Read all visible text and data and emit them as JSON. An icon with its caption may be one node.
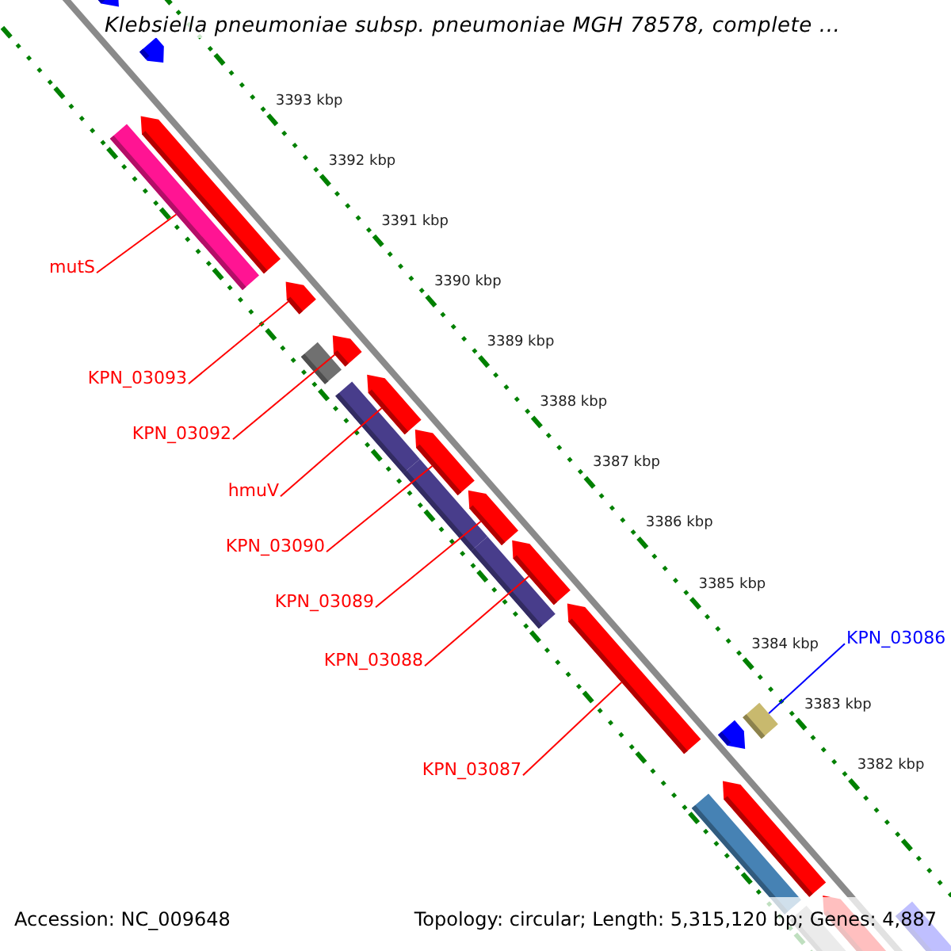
{
  "diagram": {
    "title": "Klebsiella pneumoniae subsp. pneumoniae MGH 78578, complete ...",
    "nodes": [
      {
        "text": [
          "mutS"
        ]
      },
      {
        "text": [
          "KPN_03093"
        ]
      },
      {
        "text": [
          "KPN_03092"
        ]
      },
      {
        "text": [
          "hmuV"
        ]
      },
      {
        "text": [
          "KPN_03090"
        ]
      },
      {
        "text": [
          "KPN_03089"
        ]
      },
      {
        "text": [
          "KPN_03086"
        ]
      },
      {
        "text": [
          "KPN_03088"
        ]
      },
      {
        "text": [
          "KPN_03087"
        ]
      },
      {
        "text": [],
        "shape": "bar"
      },
      {
        "text": [],
        "shape": "arrow"
      },
      {
        "text": [],
        "shape": "arrow"
      },
      {
        "text": [],
        "shape": "arrow"
      },
      {
        "text": [],
        "shape": "arrow"
      },
      {
        "text": [],
        "shape": "arrow"
      },
      {
        "text": [],
        "shape": "arrow"
      },
      {
        "text": [],
        "shape": "arrow"
      },
      {
        "text": [],
        "shape": "bar"
      }
    ],
    "edges": [
      {
        "from": 0,
        "to": 9,
        "arrow": "none"
      },
      {
        "from": 1,
        "to": 10,
        "arrow": "none"
      },
      {
        "from": 2,
        "to": 11,
        "arrow": "none"
      },
      {
        "from": 3,
        "to": 12,
        "arrow": "none"
      },
      {
        "from": 4,
        "to": 13,
        "arrow": "none"
      },
      {
        "from": 5,
        "to": 14,
        "arrow": "none"
      },
      {
        "from": 6,
        "to": 17,
        "arrow": "none",
        "color": "#0000ff"
      },
      {
        "from": 7,
        "to": 15,
        "arrow": "none"
      },
      {
        "from": 8,
        "to": 16,
        "arrow": "none"
      }
    ],
    "labels": [
      "3393 kbp",
      "3392 kbp",
      "3391 kbp",
      "3390 kbp",
      "3389 kbp",
      "3388 kbp",
      "3387 kbp",
      "3386 kbp",
      "3385 kbp",
      "3384 kbp",
      "3383 kbp",
      "3382 kbp",
      "Accession: NC_009648",
      "Topology: circular; Length: 5,315,120 bp; Genes: 4,887"
    ]
  }
}
